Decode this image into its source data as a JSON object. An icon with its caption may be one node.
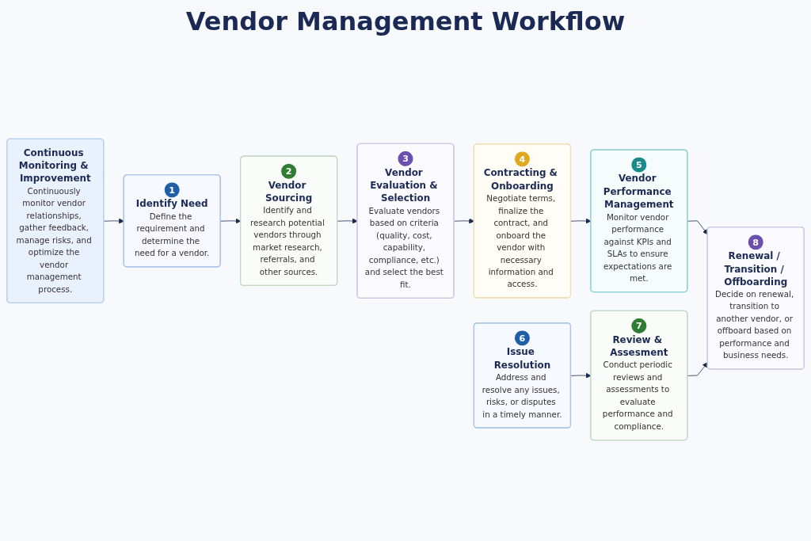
{
  "diagram": {
    "title": "Vendor Management Workflow",
    "nodes": [
      {
        "text": [
          "1",
          "Identify Need",
          "Define the requirement and determine the need for a vendor."
        ]
      },
      {
        "text": [
          "2",
          "Vendor Sourcing",
          "Identify and research potential vendors through market research, referrals, and other sources."
        ]
      },
      {
        "text": [
          "3",
          "Vendor Evaluation & Selection",
          "Evaluate vendors based on criteria (quality, cost, capability, compliance, etc.) and select the best fit."
        ]
      },
      {
        "text": [
          "4",
          "Contracting & Onboarding",
          "Negotiate terms, finalize the contract, and onboard the vendor with necessary information and access."
        ]
      },
      {
        "text": [
          "5",
          "Vendor Performance Management",
          "Monitor vendor performance against KPIs and SLAs to ensure expectations are met."
        ]
      },
      {
        "text": [
          "6",
          "Issue Resolution",
          "Address and resolve any issues, risks, or disputes in a timely manner."
        ]
      },
      {
        "text": [
          "7",
          "Review & Assesment",
          "Conduct periodic reviews and assessments to evaluate performance and compliance."
        ]
      },
      {
        "text": [
          "8",
          "Renewal / Transition / Offboarding",
          "Decide on renewal, transition to another vendor, or offboard based on performance and business needs."
        ]
      },
      {
        "text": [
          "Continuous Monitoring & Improvement",
          "Continuously monitor vendor relationships, gather feedback, manage risks, and optimize the vendor management process."
        ]
      }
    ],
    "edges": [
      {
        "from": 0,
        "to": 1,
        "arrow": "to"
      },
      {
        "from": 1,
        "to": 2,
        "arrow": "to"
      },
      {
        "from": 2,
        "to": 3,
        "arrow": "to"
      },
      {
        "from": 3,
        "to": 4,
        "arrow": "to"
      },
      {
        "from": 4,
        "to": 7,
        "arrow": "to"
      },
      {
        "from": 5,
        "to": 6,
        "arrow": "to"
      },
      {
        "from": 6,
        "to": 7,
        "arrow": "to"
      },
      {
        "from": 8,
        "to": 0,
        "arrow": "to"
      }
    ]
  }
}
